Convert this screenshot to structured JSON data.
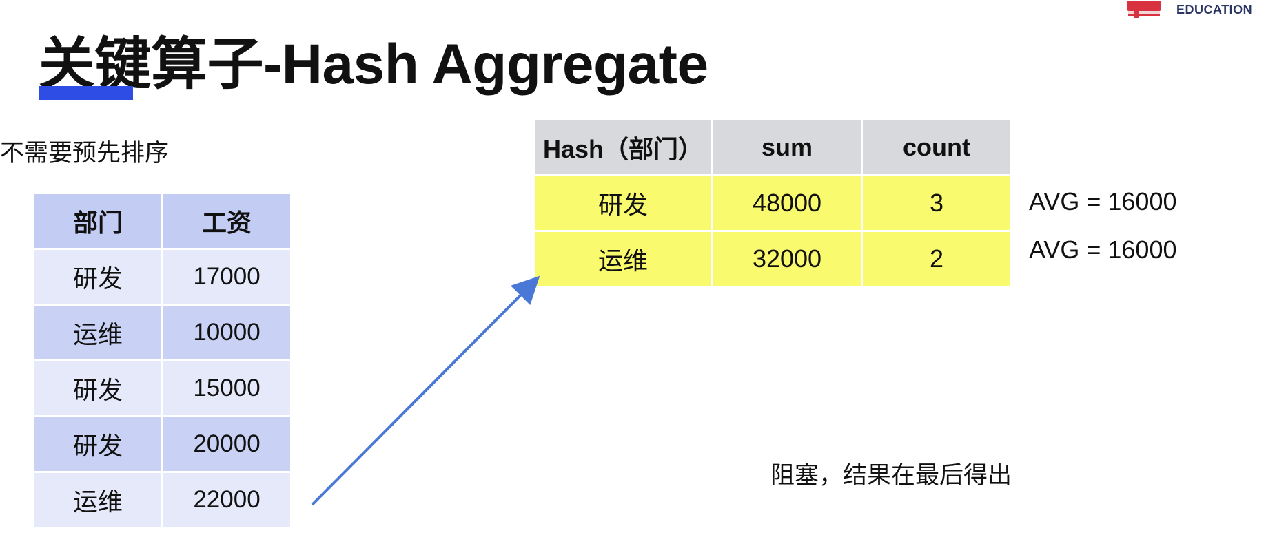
{
  "logo": {
    "text": "EDUCATION",
    "icon": "book-icon"
  },
  "title": "关键算子-Hash Aggregate",
  "note_left": "不需要预先排序",
  "note_bottom": "阻塞，结果在最后得出",
  "left_table": {
    "headers": [
      "部门",
      "工资"
    ],
    "rows": [
      {
        "dept": "研发",
        "salary": "17000"
      },
      {
        "dept": "运维",
        "salary": "10000"
      },
      {
        "dept": "研发",
        "salary": "15000"
      },
      {
        "dept": "研发",
        "salary": "20000"
      },
      {
        "dept": "运维",
        "salary": "22000"
      }
    ]
  },
  "right_table": {
    "headers": [
      "Hash（部门）",
      "sum",
      "count"
    ],
    "rows": [
      {
        "key": "研发",
        "sum": "48000",
        "count": "3"
      },
      {
        "key": "运维",
        "sum": "32000",
        "count": "2"
      }
    ]
  },
  "avg_labels": [
    "AVG = 16000",
    "AVG = 16000"
  ],
  "colors": {
    "accent_bar": "#2e4de5",
    "left_header": "#c3ccf3",
    "left_row_alt": "#c9d2f4",
    "left_row": "#e6e9f9",
    "right_header": "#d7d9dc",
    "right_row": "#fafa6e",
    "arrow": "#4a78d6",
    "logo_red": "#d8313f"
  }
}
